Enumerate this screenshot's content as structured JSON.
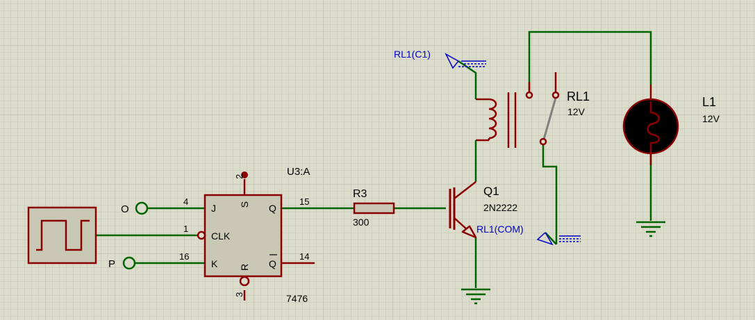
{
  "components": {
    "flipflop": {
      "ref": "U3:A",
      "part": "7476",
      "pin_labels": {
        "j": "J",
        "clk": "CLK",
        "k": "K",
        "s": "S",
        "r": "R",
        "q": "Q",
        "qbar": "Q"
      },
      "pin_numbers": {
        "j": "4",
        "clk": "1",
        "k": "16",
        "s": "2",
        "r": "3",
        "q": "15",
        "qbar": "14"
      }
    },
    "resistor": {
      "ref": "R3",
      "value": "300"
    },
    "transistor": {
      "ref": "Q1",
      "part": "2N2222"
    },
    "relay": {
      "ref": "RL1",
      "value": "12V"
    },
    "lamp": {
      "ref": "L1",
      "value": "12V"
    },
    "terminals": {
      "o": "O",
      "p": "P"
    },
    "probes": {
      "c1": "RL1(C1)",
      "com": "RL1(COM)"
    }
  },
  "colors": {
    "background": "#dcdccc",
    "wire": "#006400",
    "component": "#8b0000",
    "body_fill": "#c8c8b4",
    "probe_label": "#0000cc"
  }
}
